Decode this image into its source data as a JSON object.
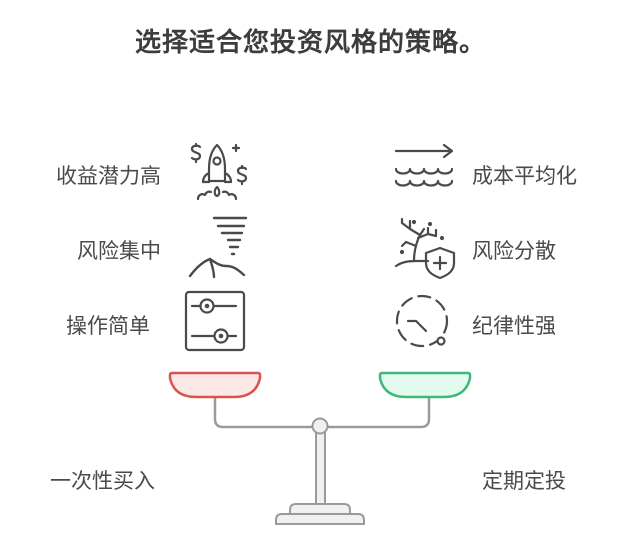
{
  "title": "选择适合您投资风格的策略。",
  "left_side": {
    "strategy": "一次性买入",
    "color": "#d9534f",
    "fill": "#fde8e8",
    "features": [
      {
        "label": "收益潜力高",
        "icon": "rocket-money-icon"
      },
      {
        "label": "风险集中",
        "icon": "tornado-icon"
      },
      {
        "label": "操作简单",
        "icon": "sliders-icon"
      }
    ]
  },
  "right_side": {
    "strategy": "定期定投",
    "color": "#3fb77a",
    "fill": "#e3fbee",
    "features": [
      {
        "label": "成本平均化",
        "icon": "waves-arrow-icon"
      },
      {
        "label": "风险分散",
        "icon": "tree-shield-icon"
      },
      {
        "label": "纪律性强",
        "icon": "dashed-clock-icon"
      }
    ]
  },
  "colors": {
    "text": "#4a4a4a",
    "icon_stroke": "#4a4a4a",
    "scale_stroke": "#9a9a9a",
    "scale_fill": "#f0f0f0"
  }
}
